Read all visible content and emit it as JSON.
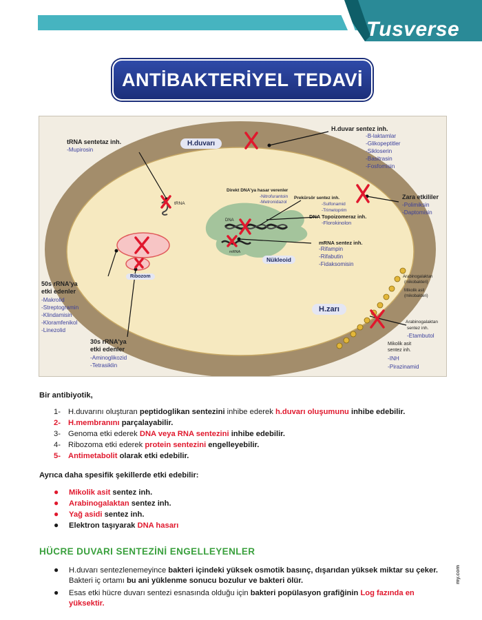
{
  "brand": {
    "name": "Tusverse"
  },
  "title": "ANTİBAKTERİYEL TEDAVİ",
  "diagram": {
    "h_duvari": "H.duvarı",
    "h_zari": "H.zarı",
    "nukleoid": "Nükleoid",
    "ribozom": "Ribozom",
    "trna_label": "tRNA",
    "dna_label": "DNA",
    "mrna_label": "mRNA",
    "trna_group": {
      "title": "tRNA sentetaz inh.",
      "items": [
        "-Mupirosin"
      ]
    },
    "hduvar_group": {
      "title": "H.duvar sentez inh.",
      "items": [
        "-B-laktamlar",
        "-Glikopeptitler",
        "-Sikloserin",
        "-Basitrasin",
        "-Fosfomisin"
      ]
    },
    "zara_group": {
      "title": "Zara etkililer",
      "items": [
        "-Polimiksin",
        "-Daptomisin"
      ]
    },
    "direkt_group": {
      "title": "Direkt DNA'ya hasar verenler",
      "items": [
        "-Nitrofurantoin",
        "-Metronidazol"
      ]
    },
    "prekursor_group": {
      "title": "Prekürsör sentez inh.",
      "items": [
        "-Sulfonamid",
        "-Trimetoprim"
      ]
    },
    "topo_group": {
      "title": "DNA Topoizomeraz inh.",
      "items": [
        "-Florokinolon"
      ]
    },
    "mrna_group": {
      "title": "mRNA sentez inh.",
      "items": [
        "-Rifampin",
        "-Rifabutin",
        "-Fidaksomisin"
      ]
    },
    "s50_group": {
      "title_1": "50s rRNA'ya",
      "title_2": "etki edenler",
      "items": [
        "-Makrolid",
        "-Streptogramin",
        "-Klindamisin",
        "-Kloramfenikol",
        "-Linezolid"
      ]
    },
    "s30_group": {
      "title_1": "30s rRNA'ya",
      "title_2": "etki edenler",
      "items": [
        "-Aminoglikozid",
        "-Tetrasiklin"
      ]
    },
    "arabino_cell": {
      "line1": "Arabinogalaktan",
      "line2": "(mikobakteri)"
    },
    "mikolik_cell": {
      "line1": "Mikolik asit",
      "line2": "(mikobakteri)"
    },
    "arabino_group": {
      "line1": "Arabinogalaktan",
      "line2": "sentez inh.",
      "items": [
        "-Etambutol"
      ]
    },
    "mikolik_group": {
      "line1": "Mikolik asit",
      "line2": "sentez inh.",
      "items": [
        "-INH",
        "-Pirazinamid"
      ]
    }
  },
  "intro": "Bir antibiyotik,",
  "numbered": [
    {
      "num": "1-",
      "p1": "H.duvarını oluşturan ",
      "b1": "peptidoglikan sentezini",
      "p2": " inhibe ederek ",
      "r1": "h.duvarı oluşumunu",
      "b2": " inhibe edebilir."
    },
    {
      "num": "2-",
      "r1": "H.membranını",
      "b1": " parçalayabilir."
    },
    {
      "num": "3-",
      "p1": "Genoma etki ederek ",
      "r1": "DNA veya RNA sentezini",
      "b1": " inhibe edebilir."
    },
    {
      "num": "4-",
      "p1": "Ribozoma etki ederek ",
      "r1": "protein sentezini",
      "b1": " engelleyebilir."
    },
    {
      "num": "5-",
      "r1": "Antimetabolit",
      "b1": " olarak etki edebilir."
    }
  ],
  "specific_intro": "Ayrıca daha spesifik şekillerde etki edebilir:",
  "specific": [
    {
      "r": "Mikolik asit",
      "b": " sentez inh."
    },
    {
      "r": "Arabinogalaktan",
      "b": " sentez inh."
    },
    {
      "r": "Yağ asidi",
      "b": " sentez inh."
    },
    {
      "r": "",
      "b": "Elektron taşıyarak ",
      "r2": "DNA hasarı"
    }
  ],
  "section_heading": "HÜCRE DUVARI SENTEZİNİ ENGELLEYENLER",
  "section_bullets": [
    {
      "l1_p": "H.duvarı sentezlenemeyince ",
      "l1_b": "bakteri içindeki yüksek osmotik basınç, dışarıdan yüksek miktar su çeker.",
      "l2_p": "Bakteri iç ortamı ",
      "l2_b": "bu ani yüklenme sonucu bozulur ve bakteri ölür."
    },
    {
      "l1_p": "Esas etki hücre duvarı sentezi esnasında olduğu için ",
      "l1_b": "bakteri popülasyon grafiğinin ",
      "l1_r": "Log fazında en",
      "l2_r": "yüksektir."
    }
  ],
  "footer_mark": "my.com"
}
